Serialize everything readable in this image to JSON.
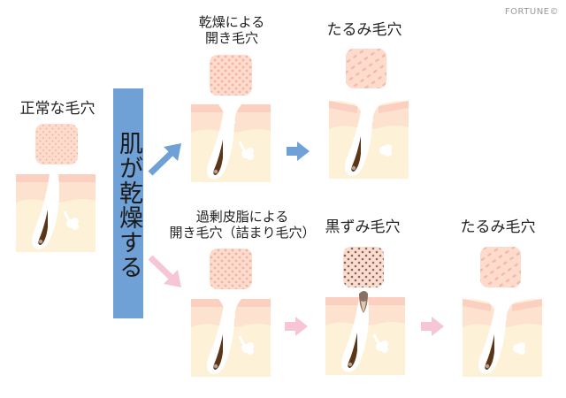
{
  "brand": "FORTUNE©",
  "normal": {
    "label": "正常な毛穴"
  },
  "cause_bar": {
    "label": "肌が乾燥する"
  },
  "top_row": {
    "first": {
      "label_line1": "乾燥による",
      "label_line2": "開き毛穴"
    },
    "second": {
      "label": "たるみ毛穴"
    }
  },
  "bottom_row": {
    "first": {
      "label_line1": "過剰皮脂による",
      "label_line2": "開き毛穴（詰まり毛穴）"
    },
    "second": {
      "label": "黒ずみ毛穴"
    },
    "third": {
      "label": "たるみ毛穴"
    }
  },
  "colors": {
    "blue": "#6fa0d6",
    "pink_arrow": "#f6c6d6",
    "skin_top": "#fcd0c0",
    "skin_mid": "#fde2cf",
    "skin_base": "#fdf1d8",
    "hair": "#5a3518"
  }
}
